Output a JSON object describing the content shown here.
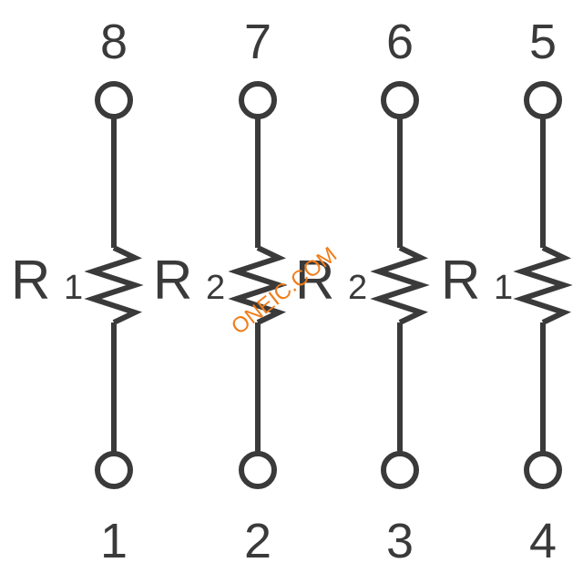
{
  "diagram": {
    "stroke_color": "#3a3a3a",
    "watermark_color": "#f07d1a",
    "watermark": "ONEIC.COM",
    "resistors": [
      {
        "top_pin": "8",
        "bottom_pin": "1",
        "label": "R",
        "sub": "1"
      },
      {
        "top_pin": "7",
        "bottom_pin": "2",
        "label": "R",
        "sub": "2"
      },
      {
        "top_pin": "6",
        "bottom_pin": "3",
        "label": "R",
        "sub": "2"
      },
      {
        "top_pin": "5",
        "bottom_pin": "4",
        "label": "R",
        "sub": "1"
      }
    ]
  }
}
